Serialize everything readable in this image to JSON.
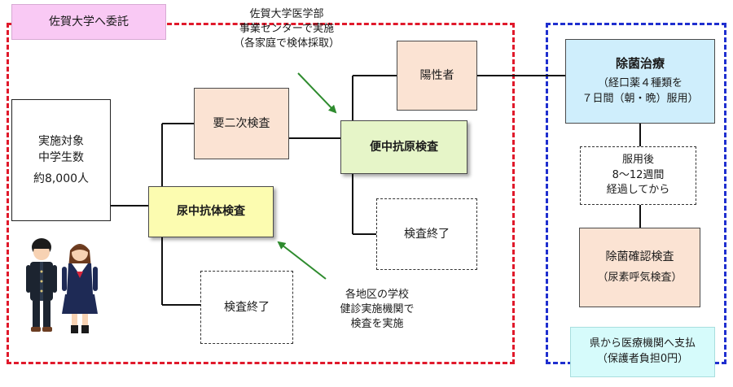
{
  "labels": {
    "commission": "佐賀大学へ委託",
    "target": [
      "実施対象",
      "中学生数",
      "約8,000人"
    ],
    "urine_test": "尿中抗体検査",
    "second_test": "要二次検査",
    "urine_end": "検査終了",
    "stool_test": "便中抗原検査",
    "stool_end": "検査終了",
    "positive": "陽性者",
    "treatment_title": "除菌治療",
    "treatment_detail": [
      "（経口薬４種類を",
      "７日間（朝・晩）服用）"
    ],
    "interval": [
      "服用後",
      "8～12週間",
      "経過してから"
    ],
    "confirm": [
      "除菌確認検査",
      "（尿素呼気検査）"
    ],
    "payment": [
      "県から医療機関へ支払",
      "（保護者負担0円）"
    ],
    "note_saga": [
      "佐賀大学医学部",
      "事業センターで実施",
      "（各家庭で検体採取）"
    ],
    "note_schools": [
      "各地区の学校",
      "健診実施機関で",
      "検査を実施"
    ]
  },
  "colors": {
    "red_frame": "#e0192b",
    "blue_frame": "#1f2fcf",
    "arrow": "#2e8b2e",
    "line": "#111111"
  }
}
